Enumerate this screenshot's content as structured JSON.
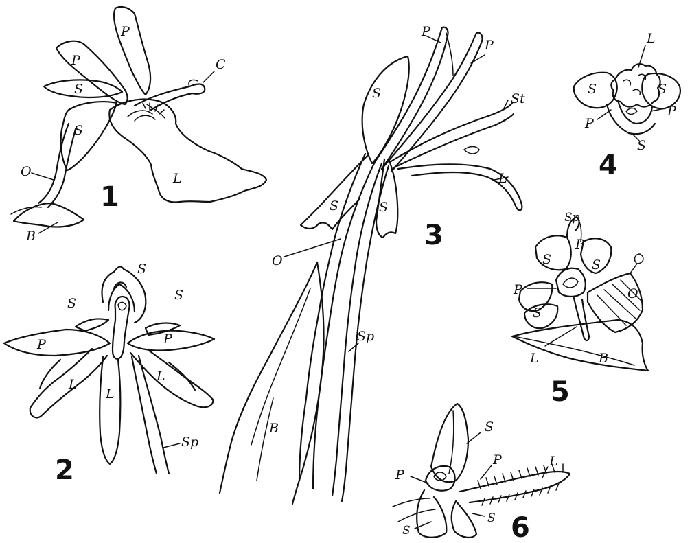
{
  "figures": [
    {
      "number": "1",
      "labels": [
        "P",
        "P",
        "C",
        "S",
        "S",
        "O",
        "L",
        "B"
      ]
    },
    {
      "number": "2",
      "labels": [
        "S",
        "S",
        "S",
        "P",
        "P",
        "L",
        "L",
        "L",
        "Sp"
      ]
    },
    {
      "number": "3",
      "labels": [
        "P",
        "P",
        "S",
        "St",
        "L",
        "S",
        "S",
        "O",
        "Sp",
        "B"
      ]
    },
    {
      "number": "4",
      "labels": [
        "L",
        "S",
        "S",
        "P",
        "P",
        "S"
      ]
    },
    {
      "number": "5",
      "labels": [
        "Sp",
        "P",
        "S",
        "S",
        "P",
        "S",
        "O",
        "L",
        "B"
      ]
    },
    {
      "number": "6",
      "labels": [
        "S",
        "P",
        "P",
        "L",
        "S",
        "S"
      ]
    }
  ]
}
